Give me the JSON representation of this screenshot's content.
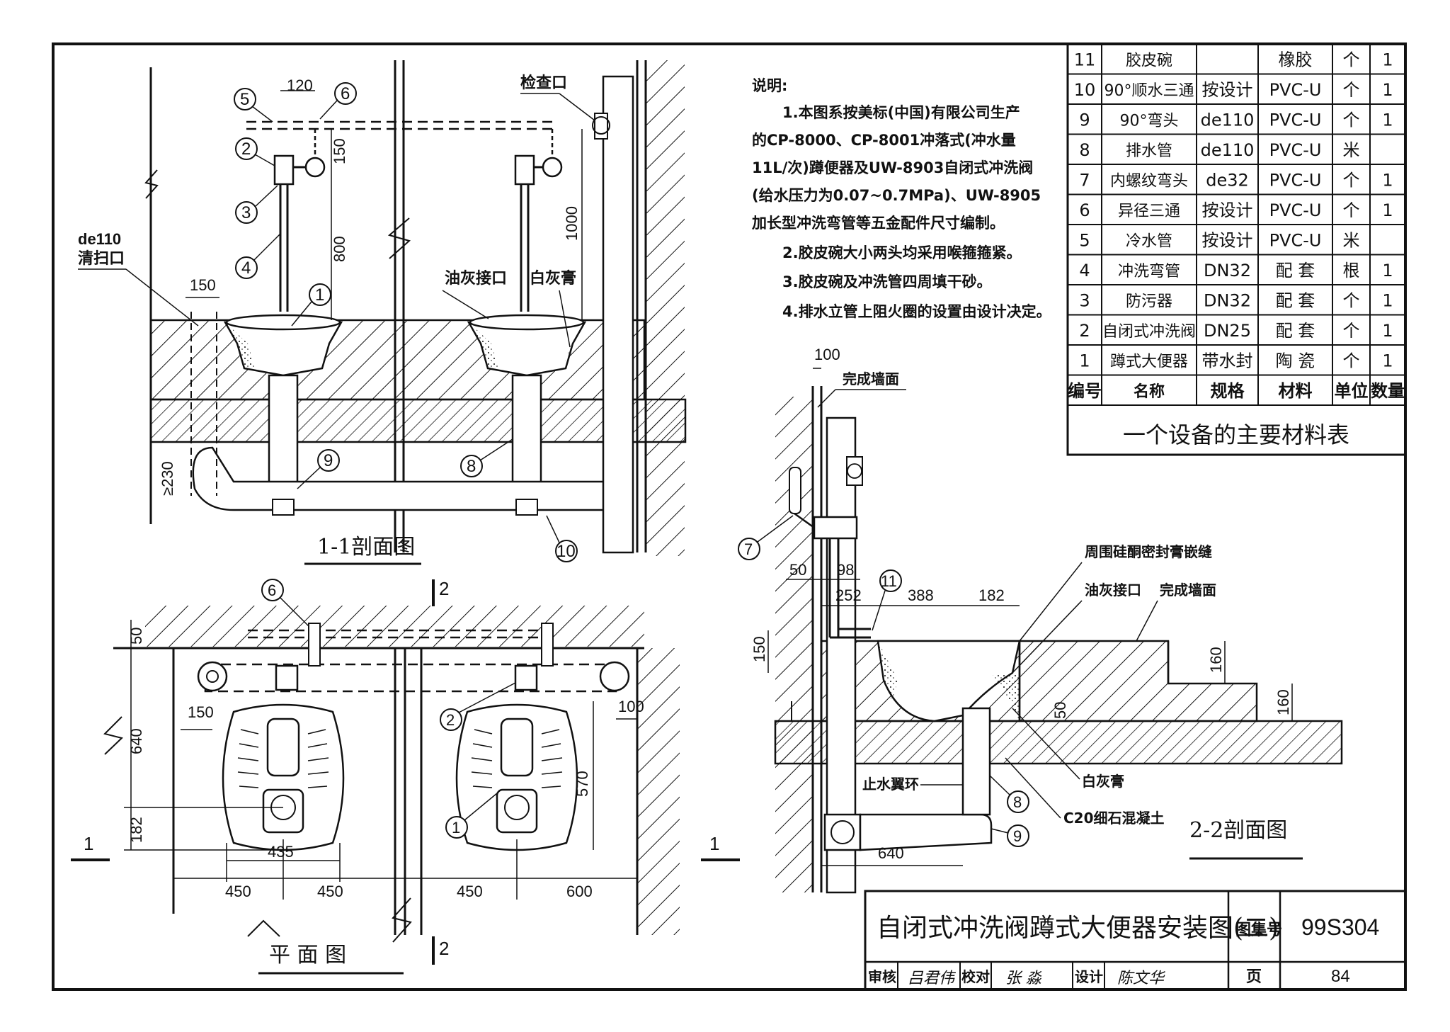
{
  "notes": {
    "heading": "说明:",
    "lines": [
      "1.本图系按美标(中国)有限公司生产",
      "的CP-8000、CP-8001冲落式(冲水量",
      "11L/次)蹲便器及UW-8903自闭式冲洗阀",
      "(给水压力为0.07~0.7MPa)、UW-8905",
      "加长型冲洗弯管等五金配件尺寸编制。",
      "2.胶皮碗大小两头均采用喉箍箍紧。",
      "3.胶皮碗及冲洗管四周填干砂。",
      "4.排水立管上阻火圈的设置由设计决定。"
    ]
  },
  "materials_table": {
    "caption": "一个设备的主要材料表",
    "headers": [
      "编号",
      "名称",
      "规格",
      "材料",
      "单位",
      "数量"
    ],
    "rows": [
      [
        "11",
        "胶皮碗",
        "",
        "橡胶",
        "个",
        "1"
      ],
      [
        "10",
        "90°顺水三通",
        "按设计",
        "PVC-U",
        "个",
        "1"
      ],
      [
        "9",
        "90°弯头",
        "de110",
        "PVC-U",
        "个",
        "1"
      ],
      [
        "8",
        "排水管",
        "de110",
        "PVC-U",
        "米",
        ""
      ],
      [
        "7",
        "内螺纹弯头",
        "de32",
        "PVC-U",
        "个",
        "1"
      ],
      [
        "6",
        "异径三通",
        "按设计",
        "PVC-U",
        "个",
        "1"
      ],
      [
        "5",
        "冷水管",
        "按设计",
        "PVC-U",
        "米",
        ""
      ],
      [
        "4",
        "冲洗弯管",
        "DN32",
        "配 套",
        "根",
        "1"
      ],
      [
        "3",
        "防污器",
        "DN32",
        "配 套",
        "个",
        "1"
      ],
      [
        "2",
        "自闭式冲洗阀",
        "DN25",
        "配 套",
        "个",
        "1"
      ],
      [
        "1",
        "蹲式大便器",
        "带水封",
        "陶 瓷",
        "个",
        "1"
      ]
    ]
  },
  "title_block": {
    "title": "自闭式冲洗阀蹲式大便器安装图(二)",
    "atlas_label": "图集号",
    "atlas_no": "99S304",
    "page_label": "页",
    "page_no": "84",
    "review_label": "审核",
    "review_sign": "吕君伟",
    "check_label": "校对",
    "check_sign": "张 淼",
    "design_label": "设计",
    "design_sign": "陈文华"
  },
  "section_1_1": {
    "title": "1-1剖面图",
    "labels": {
      "inspection": "检查口",
      "cleanout_a": "de110",
      "cleanout_b": "清扫口",
      "putty_joint": "油灰接口",
      "white_ash": "白灰膏"
    },
    "dims": {
      "d120": "120",
      "d150v": "150",
      "d800": "800",
      "d1000": "1000",
      "d150h": "150",
      "d230": "≥230"
    },
    "callouts": [
      "5",
      "6",
      "2",
      "3",
      "4",
      "1",
      "9",
      "8",
      "10"
    ]
  },
  "plan_view": {
    "title": "平 面 图",
    "dims": {
      "d50": "50",
      "d640": "640",
      "d150": "150",
      "d182": "182",
      "d435": "435",
      "d450a": "450",
      "d450b": "450",
      "d450c": "450",
      "d600": "600",
      "d570": "570",
      "d100": "100"
    },
    "callouts": [
      "6",
      "2",
      "1"
    ],
    "section_mark": "1",
    "section_mark_2": "2"
  },
  "section_2_2": {
    "title": "2-2剖面图",
    "labels": {
      "finish_wall_a": "完成墙面",
      "sealant": "周围硅酮密封膏嵌缝",
      "putty_joint": "油灰接口",
      "finish_wall_b": "完成墙面",
      "water_ring": "止水翼环",
      "white_ash": "白灰膏",
      "concrete": "C20细石混凝土"
    },
    "dims": {
      "d100": "100",
      "d50": "50",
      "d98": "98",
      "d252": "252",
      "d388": "388",
      "d182": "182",
      "d150": "150",
      "d160a": "160",
      "d160b": "160",
      "d50b": "50",
      "d640": "640"
    },
    "callouts": [
      "7",
      "11",
      "8",
      "9"
    ]
  }
}
